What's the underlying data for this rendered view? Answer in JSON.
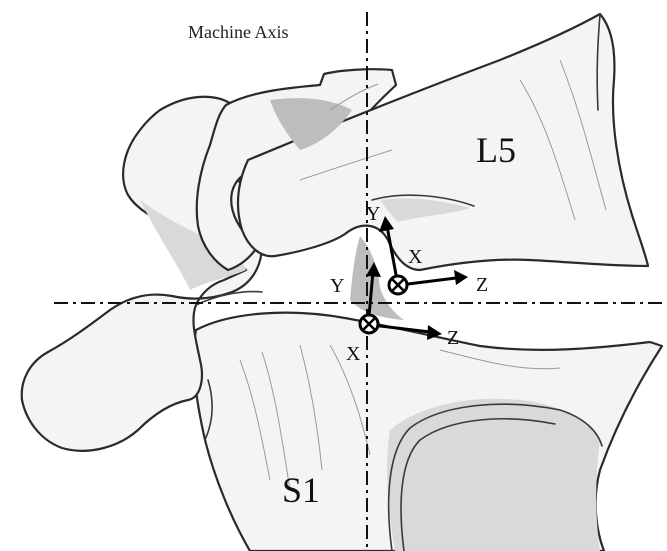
{
  "labels": {
    "machine_axis": "Machine Axis",
    "upper_vertebra": "L5",
    "lower_vertebra": "S1"
  },
  "upper_frame": {
    "x_axis": "X",
    "y_axis": "Y",
    "z_axis": "Z"
  },
  "lower_frame": {
    "x_axis": "X",
    "y_axis": "Y",
    "z_axis": "Z"
  },
  "colors": {
    "ink": "#111111",
    "bone_fill": "#f4f4f4",
    "bone_shade": "#d9d9d9"
  }
}
